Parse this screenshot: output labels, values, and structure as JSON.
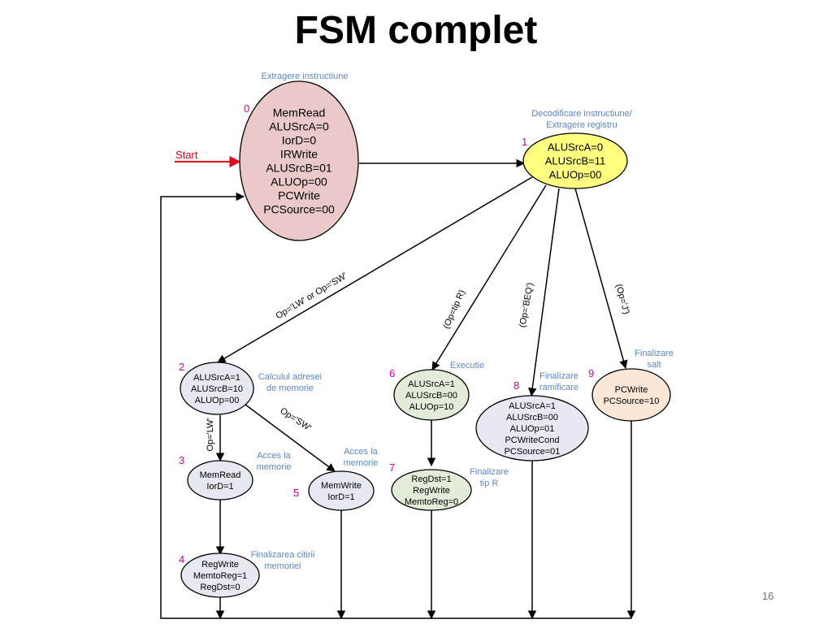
{
  "slide": {
    "title": "FSM complet",
    "page_number": "16"
  },
  "colors": {
    "state0": "#eac9c8",
    "state1": "#ffff80",
    "state2_5": "#e6e9f1",
    "state6_7": "#e3ecd9",
    "state8": "#ebe7f2",
    "state9": "#fce6d6",
    "phase_label": "#5b86c6",
    "state_number": "#cc0099",
    "start_arrow": "#e8001a"
  },
  "start_label": "Start",
  "states": [
    {
      "id": "s0",
      "number": "0",
      "phase": [
        "Extragere instructiune"
      ],
      "lines": [
        "MemRead",
        "ALUSrcA=0",
        "IorD=0",
        "IRWrite",
        "ALUSrcB=01",
        "ALUOp=00",
        "PCWrite",
        "PCSource=00"
      ]
    },
    {
      "id": "s1",
      "number": "1",
      "phase": [
        "Decodificare instructiune/",
        "Extragere registru"
      ],
      "lines": [
        "ALUSrcA=0",
        "ALUSrcB=11",
        "ALUOp=00"
      ]
    },
    {
      "id": "s2",
      "number": "2",
      "phase": [
        "Calculul adresei",
        "de memorie"
      ],
      "lines": [
        "ALUSrcA=1",
        "ALUSrcB=10",
        "ALUOp=00"
      ]
    },
    {
      "id": "s3",
      "number": "3",
      "phase": [
        "Acces la",
        "memorie"
      ],
      "lines": [
        "MemRead",
        "IorD=1"
      ]
    },
    {
      "id": "s4",
      "number": "4",
      "phase": [
        "Finalizarea citirii",
        "memoriei"
      ],
      "lines": [
        "RegWrite",
        "MemtoReg=1",
        "RegDst=0"
      ]
    },
    {
      "id": "s5",
      "number": "5",
      "phase": [
        "Acces la",
        "memorie"
      ],
      "lines": [
        "MemWrite",
        "IorD=1"
      ]
    },
    {
      "id": "s6",
      "number": "6",
      "phase": [
        "Executie"
      ],
      "lines": [
        "ALUSrcA=1",
        "ALUSrcB=00",
        "ALUOp=10"
      ]
    },
    {
      "id": "s7",
      "number": "7",
      "phase": [
        "Finalizare",
        "tip R"
      ],
      "lines": [
        "RegDst=1",
        "RegWrite",
        "MemtoReg=0"
      ]
    },
    {
      "id": "s8",
      "number": "8",
      "phase": [
        "Finalizare",
        "ramificare"
      ],
      "lines": [
        "ALUSrcA=1",
        "ALUSrcB=00",
        "ALUOp=01",
        "PCWriteCond",
        "PCSource=01"
      ]
    },
    {
      "id": "s9",
      "number": "9",
      "phase": [
        "Finalizare",
        "salt"
      ],
      "lines": [
        "PCWrite",
        "PCSource=10"
      ]
    }
  ],
  "transition_labels": {
    "lw_sw": "Op='LW' or Op='SW'",
    "tip_r": "(Op=tip R)",
    "beq": "(Op='BEQ')",
    "j": "(Op='J')",
    "lw": "Op='LW'",
    "sw": "Op='SW'"
  }
}
